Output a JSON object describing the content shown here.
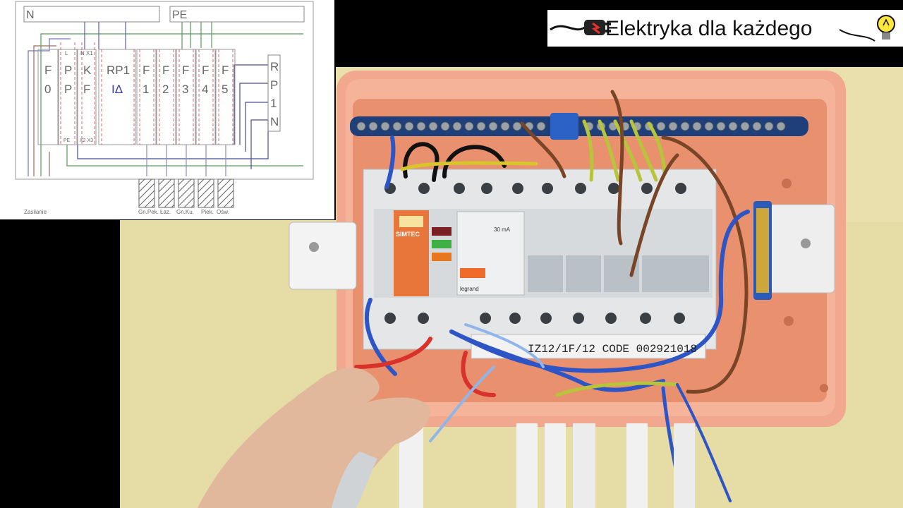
{
  "logo": {
    "text": "Elektryka dla każdego",
    "icons": [
      "power-plug-icon",
      "lightbulb-icon"
    ]
  },
  "diagram": {
    "bus_labels": [
      "N",
      "PE"
    ],
    "modules": [
      {
        "top": "F",
        "bottom": "0"
      },
      {
        "top": "P",
        "bottom": "P",
        "tag": "L",
        "foot": "PE"
      },
      {
        "top": "K",
        "bottom": "F",
        "tag": "N X1",
        "foot": "X2 X3"
      },
      {
        "top": "RP1",
        "bottom": "IΔ"
      },
      {
        "top": "F",
        "bottom": "1"
      },
      {
        "top": "F",
        "bottom": "2"
      },
      {
        "top": "F",
        "bottom": "3"
      },
      {
        "top": "F",
        "bottom": "4"
      },
      {
        "top": "F",
        "bottom": "5"
      }
    ],
    "terminal_strip": [
      "R",
      "P",
      "1",
      "N"
    ],
    "bottom_labels": [
      "Zasilanie",
      "Gn.Pek.",
      "Łaz.",
      "Gn.Ku.",
      "Piek.",
      "Ośw."
    ]
  },
  "photo": {
    "rcd_label": "30 mA",
    "spd_brand": "SIMTEC",
    "brand": "legrand",
    "label_strip": "IZ12/1F/12 CODE 002921018"
  },
  "colors": {
    "enclosure": "#f2a48c",
    "wall": "#e8dfa8",
    "din_modules": "#e4e6e8",
    "spd": "#e8763a",
    "busbar": "#1e3f7a",
    "wire_blue": "#2e55c6",
    "wire_brown": "#7a4526",
    "wire_yellow_green": "#b8c43a",
    "wire_red": "#d8322a"
  }
}
